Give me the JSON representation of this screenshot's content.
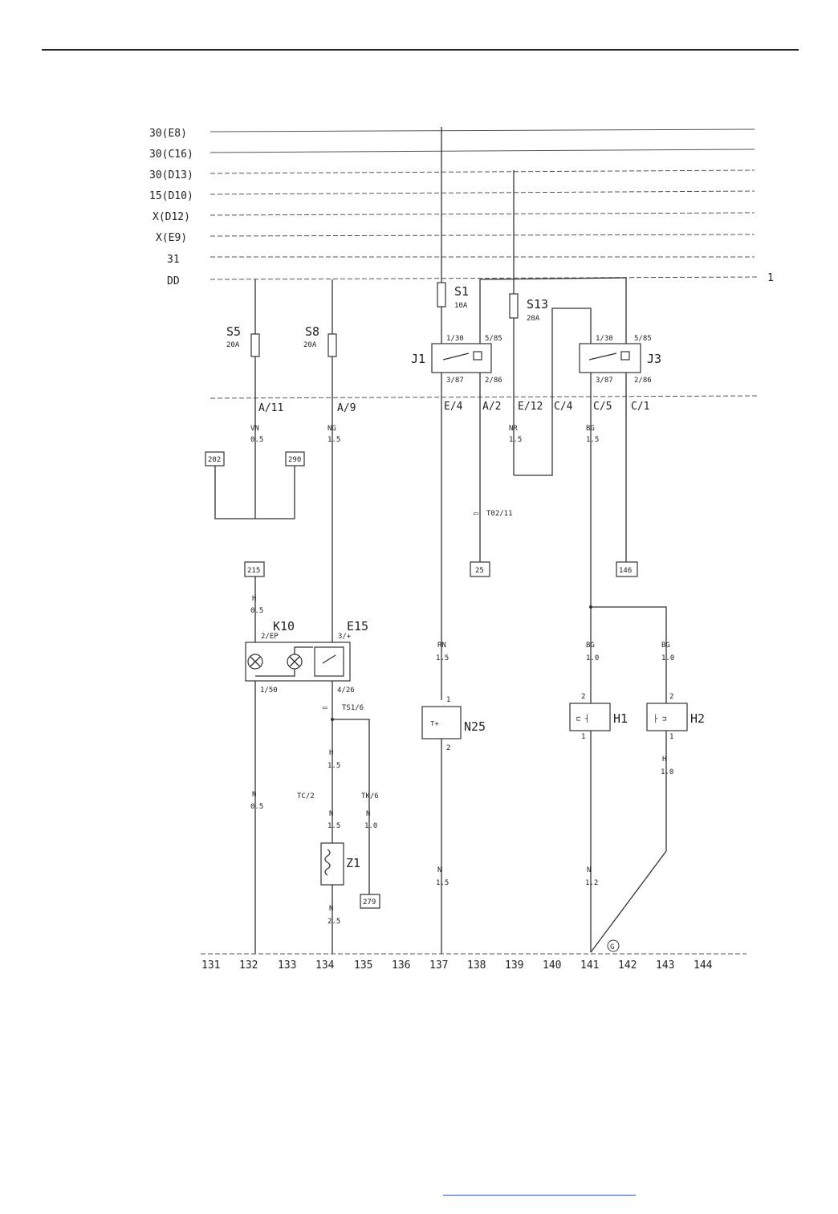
{
  "rails": [
    {
      "id": "r1",
      "label": "30(E8)"
    },
    {
      "id": "r2",
      "label": "30(C16)"
    },
    {
      "id": "r3",
      "label": "30(D13)"
    },
    {
      "id": "r4",
      "label": "15(D10)"
    },
    {
      "id": "r5",
      "label": "X(D12)"
    },
    {
      "id": "r6",
      "label": "X(E9)"
    },
    {
      "id": "r7",
      "label": "31"
    },
    {
      "id": "r8",
      "label": "DD"
    }
  ],
  "rail_end_mark": "1",
  "fuses": {
    "s5": {
      "name": "S5",
      "rating": "20A"
    },
    "s8": {
      "name": "S8",
      "rating": "20A"
    },
    "s1": {
      "name": "S1",
      "rating": "10A"
    },
    "s13": {
      "name": "S13",
      "rating": "20A"
    }
  },
  "relays": {
    "j1": {
      "name": "J1",
      "pins": [
        "1/30",
        "5/85",
        "3/87",
        "2/86"
      ]
    },
    "j3": {
      "name": "J3",
      "pins": [
        "1/30",
        "5/85",
        "3/87",
        "2/86"
      ]
    }
  },
  "connectors": {
    "a11": "A/11",
    "a9": "A/9",
    "e4": "E/4",
    "a2": "A/2",
    "e12": "E/12",
    "c4": "C/4",
    "c5": "C/5",
    "c1": "C/1"
  },
  "wires": {
    "w_s5": {
      "color": "VN",
      "size": "0.5"
    },
    "w_s8": {
      "color": "NG",
      "size": "1.5"
    },
    "w_s13": {
      "color": "NR",
      "size": "1.5"
    },
    "w_c5": {
      "color": "BG",
      "size": "1.5"
    },
    "w_k10": {
      "color": "H",
      "size": "0.5"
    },
    "w_n25a": {
      "color": "RN",
      "size": "1.5"
    },
    "w_h1": {
      "color": "BG",
      "size": "1.0"
    },
    "w_h2": {
      "color": "BG",
      "size": "1.0"
    },
    "w_134a": {
      "color": "H",
      "size": "1.5"
    },
    "w_134b": {
      "color": "N",
      "size": "1.5"
    },
    "w_135": {
      "color": "N",
      "size": "1.0"
    },
    "w_132": {
      "color": "N",
      "size": "0.5"
    },
    "w_137": {
      "color": "N",
      "size": "1.5"
    },
    "w_141": {
      "color": "N",
      "size": "1.2"
    },
    "w_143": {
      "color": "H",
      "size": "1.0"
    },
    "w_z1": {
      "color": "N",
      "size": "2.5"
    }
  },
  "refs": {
    "r202": "202",
    "r290": "290",
    "r215": "215",
    "r25": "25",
    "r146": "146",
    "r279": "279"
  },
  "junctions": {
    "t02": "T02/11",
    "ts1": "TS1/6",
    "tc2": "TC/2",
    "tk6": "TK/6"
  },
  "components": {
    "k10": {
      "name": "K10",
      "pins": [
        "2/EP",
        "1/50"
      ]
    },
    "e15": {
      "name": "E15",
      "pins": [
        "3/+",
        "4/26"
      ]
    },
    "n25": {
      "name": "N25",
      "pins": [
        "1",
        "2"
      ]
    },
    "h1": {
      "name": "H1",
      "pins": [
        "2",
        "1"
      ]
    },
    "h2": {
      "name": "H2",
      "pins": [
        "2",
        "1"
      ]
    },
    "z1": {
      "name": "Z1"
    }
  },
  "ground_symbol": "G",
  "columns": [
    "131",
    "132",
    "133",
    "134",
    "135",
    "136",
    "137",
    "138",
    "139",
    "140",
    "141",
    "142",
    "143",
    "144"
  ]
}
